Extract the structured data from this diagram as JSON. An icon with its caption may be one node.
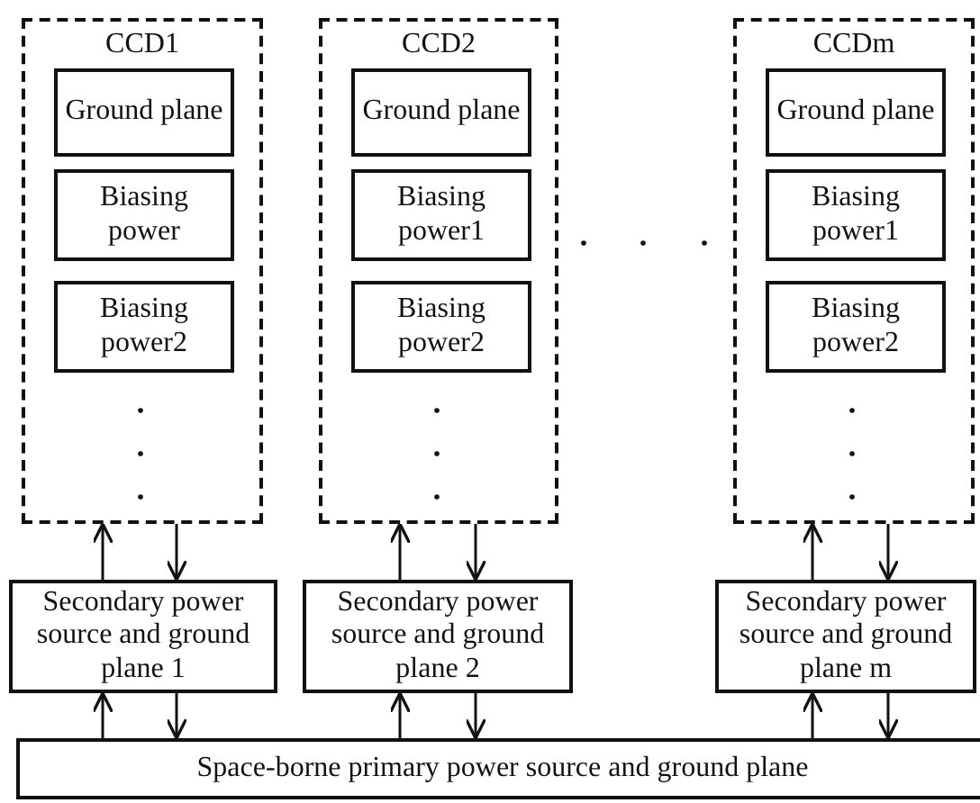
{
  "diagram": {
    "nodes": [
      {
        "text": [
          "CCD1"
        ]
      },
      {
        "text": [
          "Ground plane"
        ],
        "in": 0
      },
      {
        "text": [
          "Biasing power"
        ],
        "in": 0
      },
      {
        "text": [
          "Biasing power2"
        ],
        "in": 0
      },
      {
        "text": [
          "CCD2"
        ]
      },
      {
        "text": [
          "Ground plane"
        ],
        "in": 4
      },
      {
        "text": [
          "Biasing power1"
        ],
        "in": 4
      },
      {
        "text": [
          "Biasing power2"
        ],
        "in": 4
      },
      {
        "text": [
          "CCDm"
        ]
      },
      {
        "text": [
          "Ground plane"
        ],
        "in": 8
      },
      {
        "text": [
          "Biasing power1"
        ],
        "in": 8
      },
      {
        "text": [
          "Biasing power2"
        ],
        "in": 8
      },
      {
        "text": [
          "Secondary power source and ground plane 1"
        ]
      },
      {
        "text": [
          "Secondary power source and ground plane 2"
        ]
      },
      {
        "text": [
          "Secondary power source and ground plane m"
        ]
      },
      {
        "text": [
          "Space-borne primary power source and ground plane"
        ]
      }
    ],
    "edges": [
      {
        "from": 12,
        "to": 0,
        "arrow": "to"
      },
      {
        "from": 0,
        "to": 12,
        "arrow": "to"
      },
      {
        "from": 15,
        "to": 12,
        "arrow": "to"
      },
      {
        "from": 12,
        "to": 15,
        "arrow": "to"
      },
      {
        "from": 13,
        "to": 4,
        "arrow": "to"
      },
      {
        "from": 4,
        "to": 13,
        "arrow": "to"
      },
      {
        "from": 15,
        "to": 13,
        "arrow": "to"
      },
      {
        "from": 13,
        "to": 15,
        "arrow": "to"
      },
      {
        "from": 14,
        "to": 8,
        "arrow": "to"
      },
      {
        "from": 8,
        "to": 14,
        "arrow": "to"
      },
      {
        "from": 15,
        "to": 14,
        "arrow": "to"
      },
      {
        "from": 14,
        "to": 15,
        "arrow": "to"
      }
    ]
  }
}
